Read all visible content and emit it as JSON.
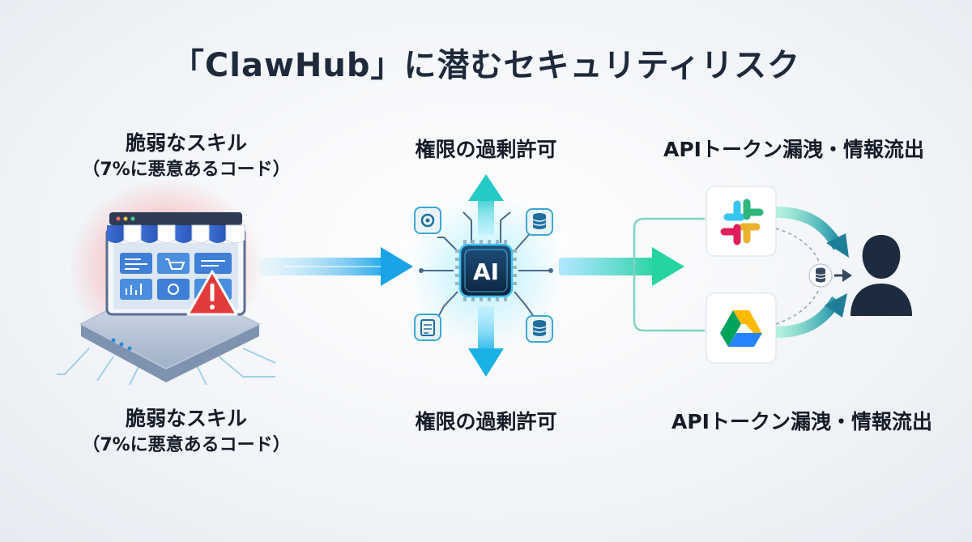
{
  "title": "「ClawHub」に潜むセキュリティリスク",
  "columns": {
    "skills": {
      "heading": "脆弱なスキル",
      "subheading": "（7%に悪意あるコード）"
    },
    "permissions": {
      "heading": "権限の過剰許可"
    },
    "leak": {
      "heading": "APIトークン漏洩・情報流出"
    }
  },
  "captions": {
    "skills": {
      "heading": "脆弱なスキル",
      "subheading": "（7%に悪意あるコード）"
    },
    "permissions": {
      "heading": "権限の過剰許可"
    },
    "leak": {
      "heading": "APIトークン漏洩・情報流出"
    }
  },
  "icons": {
    "warning": "warning-icon",
    "ai_chip": "ai-chip-icon",
    "ai_chip_text": "AI",
    "slack": "slack-icon",
    "gdrive": "google-drive-icon",
    "database": "database-icon",
    "user": "user-icon"
  },
  "colors": {
    "accent_blue": "#2aa8e6",
    "accent_teal": "#2dd4a8",
    "warning_red": "#e23b3b",
    "navy": "#1e2a3c"
  }
}
